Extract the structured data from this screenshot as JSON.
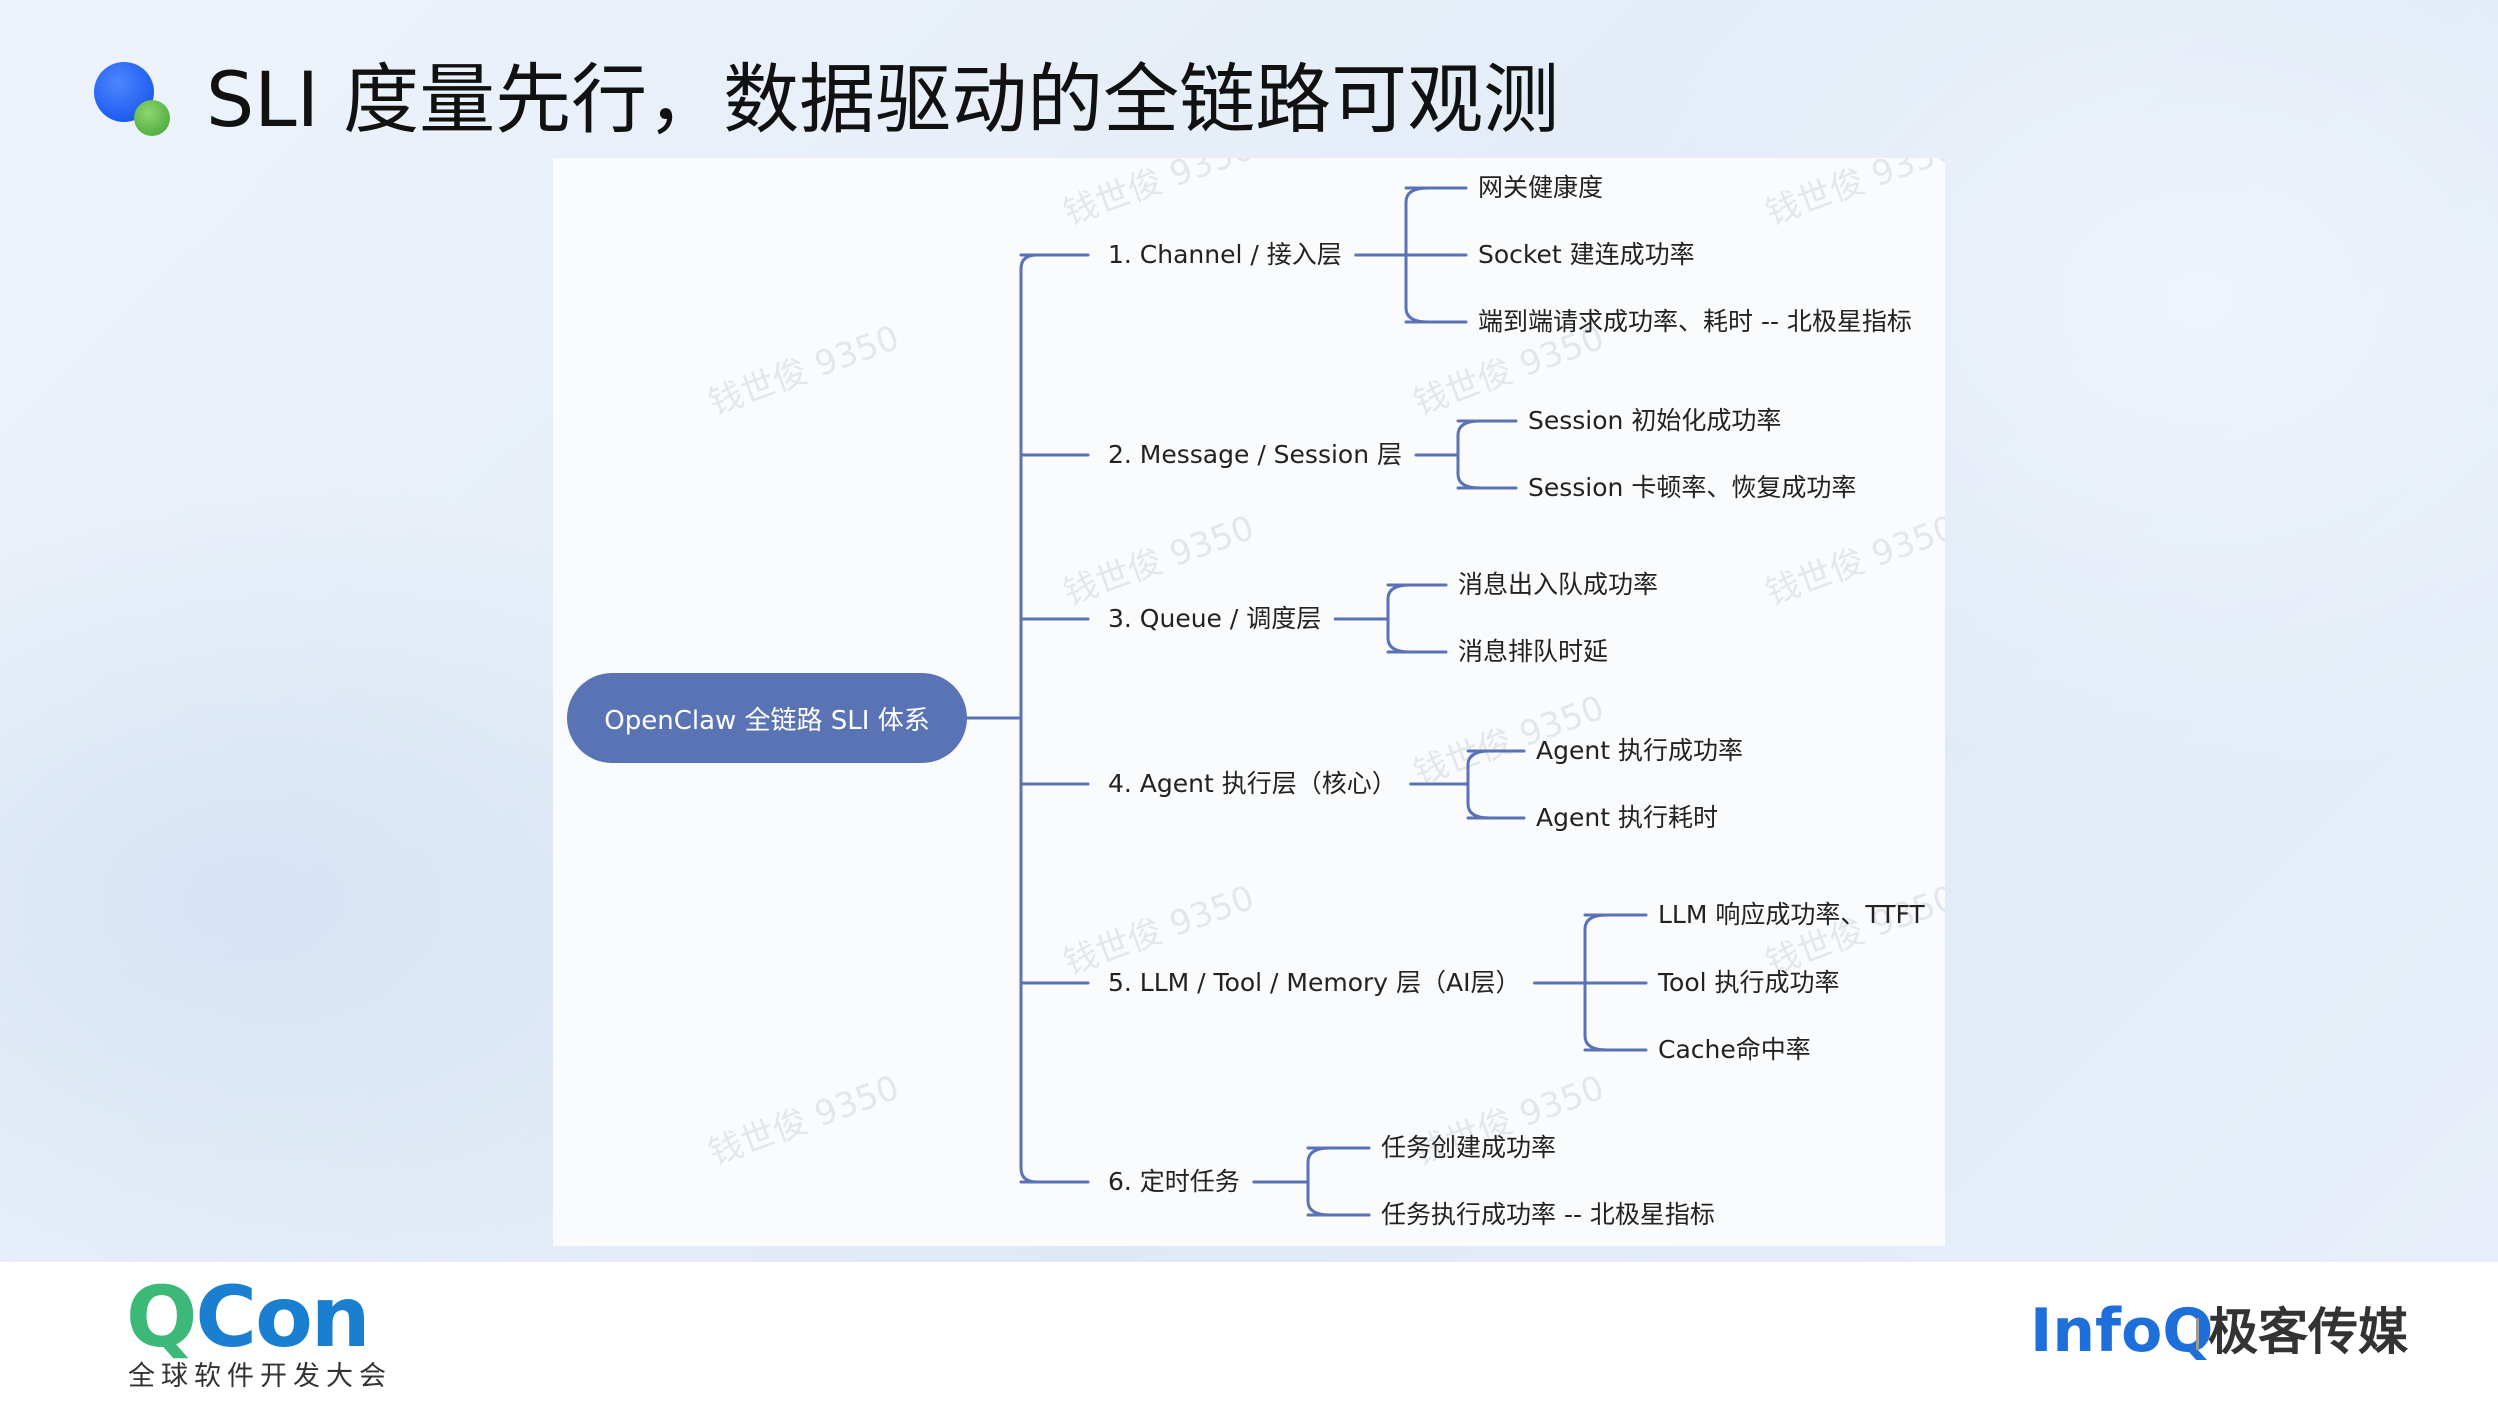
{
  "slide": {
    "title": "SLI 度量先行，数据驱动的全链路可观测"
  },
  "diagram": {
    "root": "OpenClaw 全链路 SLI 体系",
    "watermark": "钱世俊 9350",
    "branches": [
      {
        "label": "1. Channel / 接入层",
        "children": [
          "网关健康度",
          "Socket 建连成功率",
          "端到端请求成功率、耗时  --  北极星指标"
        ]
      },
      {
        "label": "2. Message / Session 层",
        "children": [
          "Session 初始化成功率",
          "Session 卡顿率、恢复成功率"
        ]
      },
      {
        "label": "3. Queue / 调度层",
        "children": [
          "消息出入队成功率",
          "消息排队时延"
        ]
      },
      {
        "label": "4. Agent 执行层（核心）",
        "children": [
          "Agent 执行成功率",
          "Agent 执行耗时"
        ]
      },
      {
        "label": "5. LLM / Tool / Memory 层（AI层）",
        "children": [
          "LLM 响应成功率、TTFT",
          "Tool 执行成功率",
          "Cache命中率"
        ]
      },
      {
        "label": "6. 定时任务",
        "children": [
          "任务创建成功率",
          "任务执行成功率  --  北极星指标"
        ]
      }
    ]
  },
  "footer": {
    "qcon_q": "Q",
    "qcon_rest": "Con",
    "qcon_subtitle": "全球软件开发大会",
    "infoq": "InfoQ",
    "geek_media": "极客传媒"
  },
  "colors": {
    "line": "#5a73b4",
    "root_fill": "#5a73b4",
    "qcon_green": "#3cb878",
    "qcon_blue": "#1a7fd0",
    "infoq_blue": "#1e6fd9"
  }
}
